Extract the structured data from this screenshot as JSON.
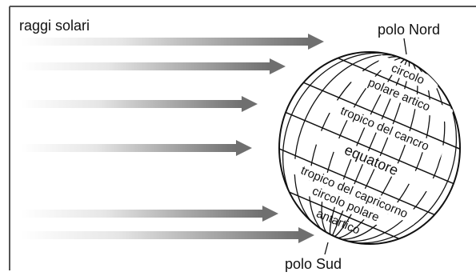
{
  "labels": {
    "sun_rays": "raggi solari",
    "north_pole": "polo Nord",
    "south_pole": "polo Sud",
    "arctic_circle_line1": "circolo",
    "arctic_circle_line2": "polare artico",
    "tropic_cancer": "tropico del cancro",
    "equator": "equatore",
    "tropic_capricorn": "tropico del capricorno",
    "antarctic_circle_line1": "circolo polare",
    "antarctic_circle_line2": "antartico"
  },
  "colors": {
    "ink": "#111111",
    "arrow_start": "#ffffff",
    "arrow_end": "#6f6f6f",
    "frame": "#555555"
  },
  "arrow_count": 6
}
